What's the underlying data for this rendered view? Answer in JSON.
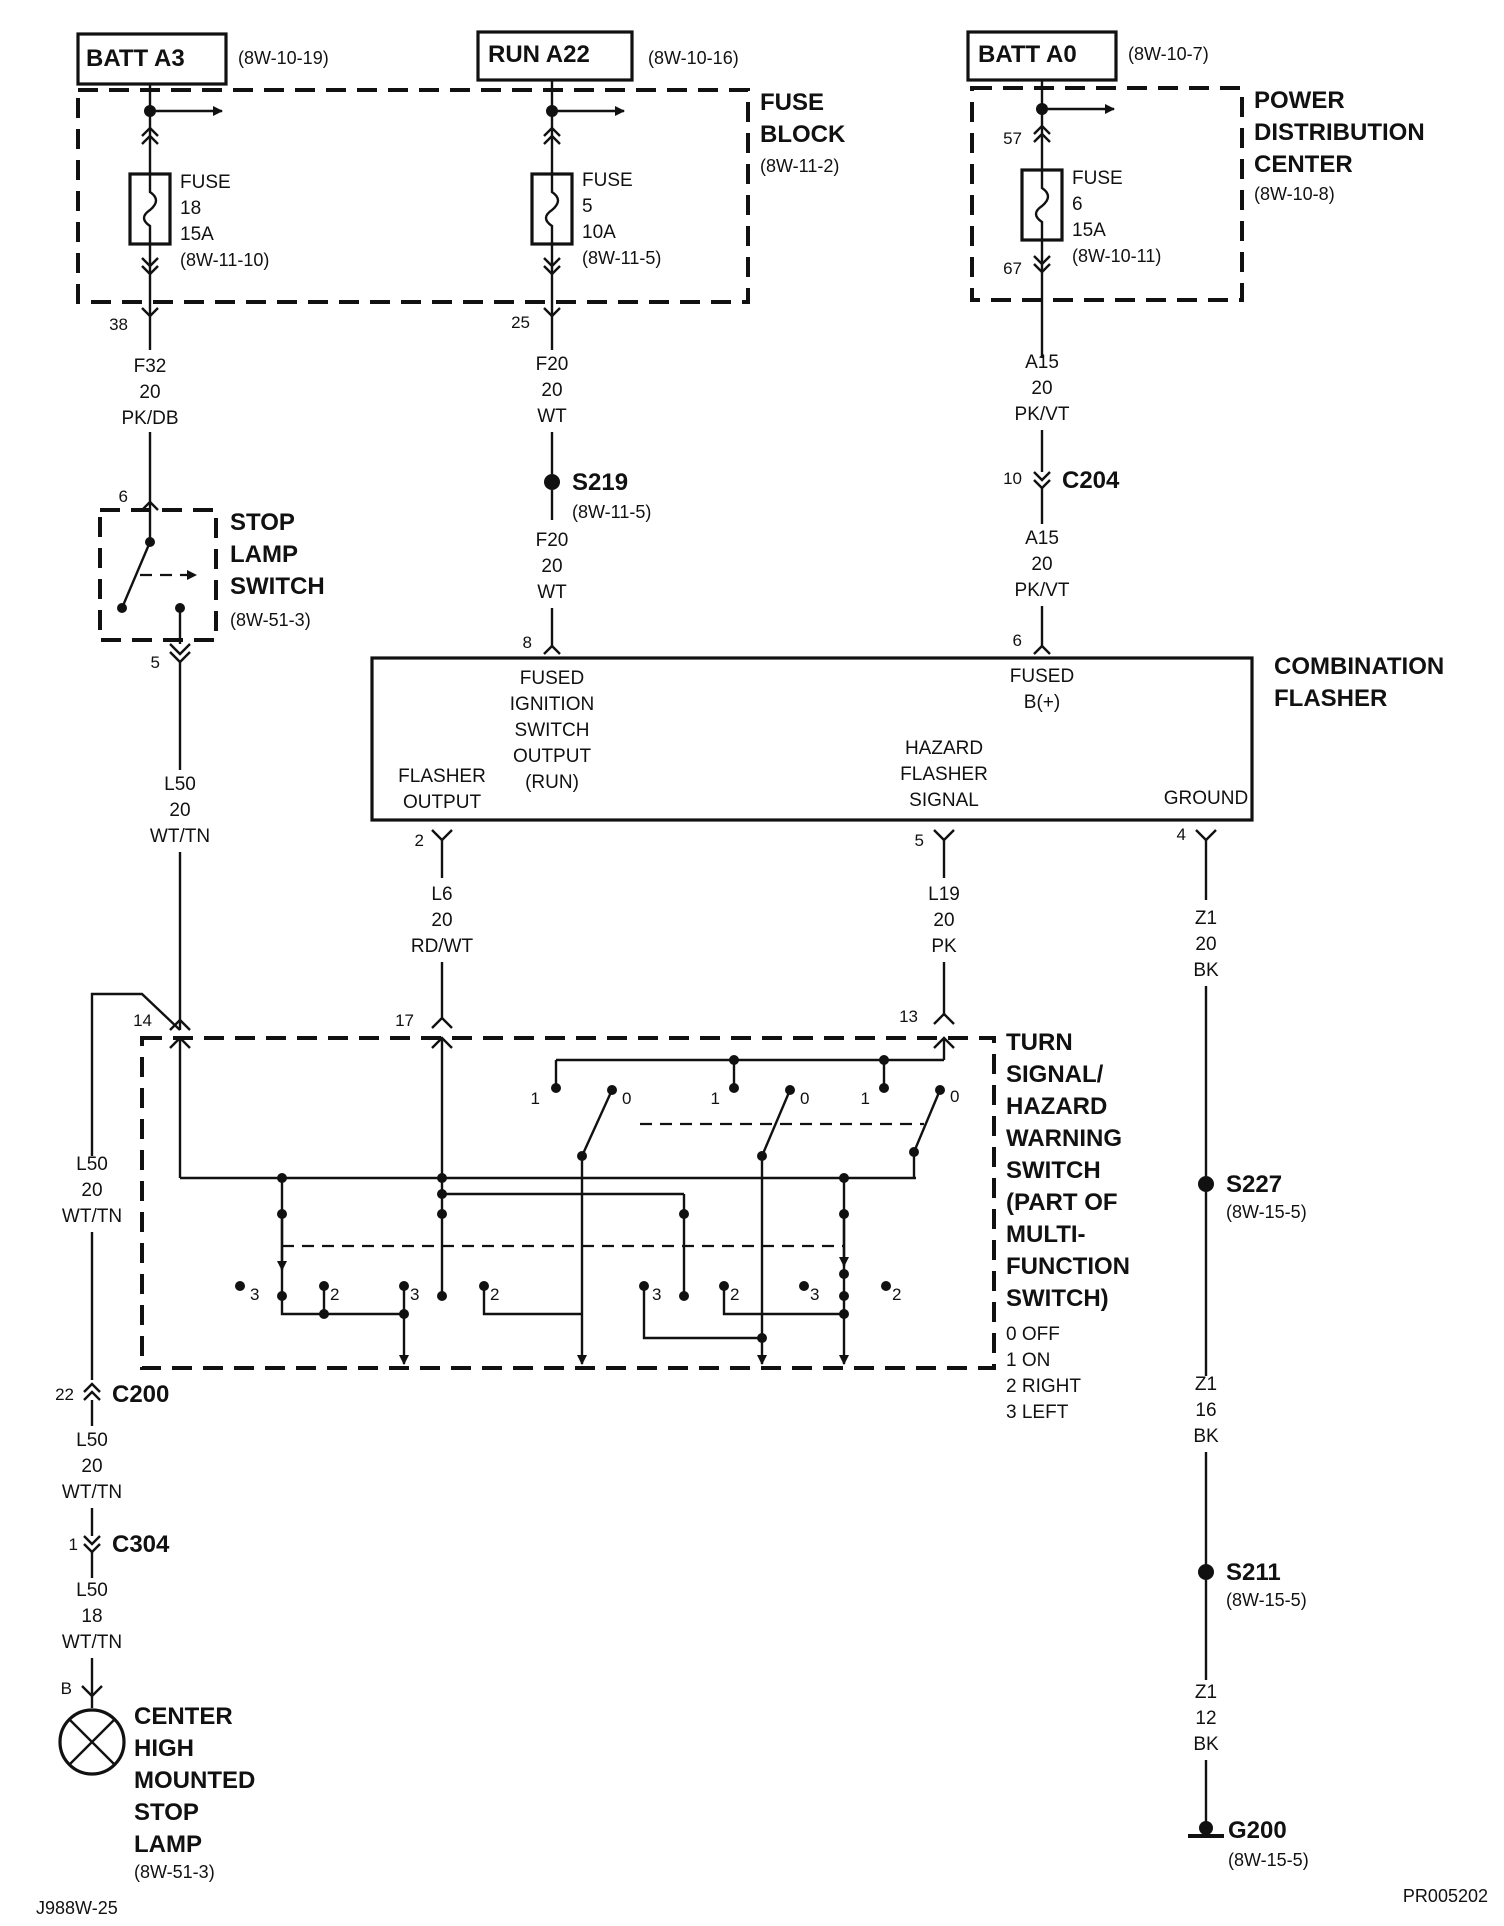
{
  "sources": [
    {
      "name": "BATT A3",
      "ref": "(8W-10-19)"
    },
    {
      "name": "RUN A22",
      "ref": "(8W-10-16)"
    },
    {
      "name": "BATT A0",
      "ref": "(8W-10-7)"
    }
  ],
  "fuse_block": {
    "title_1": "FUSE",
    "title_2": "BLOCK",
    "ref": "(8W-11-2)"
  },
  "pdc": {
    "title_1": "POWER",
    "title_2": "DISTRIBUTION",
    "title_3": "CENTER",
    "ref": "(8W-10-8)"
  },
  "fuses": [
    {
      "l1": "FUSE",
      "l2": "18",
      "l3": "15A",
      "ref": "(8W-11-10)",
      "pin_out": "38"
    },
    {
      "l1": "FUSE",
      "l2": "5",
      "l3": "10A",
      "ref": "(8W-11-5)",
      "pin_out": "25"
    },
    {
      "l1": "FUSE",
      "l2": "6",
      "l3": "15A",
      "ref": "(8W-10-11)",
      "pin_in": "57",
      "pin_out": "67"
    }
  ],
  "wires": {
    "f32": {
      "circuit": "F32",
      "gauge": "20",
      "color": "PK/DB"
    },
    "f20a": {
      "circuit": "F20",
      "gauge": "20",
      "color": "WT"
    },
    "f20b": {
      "circuit": "F20",
      "gauge": "20",
      "color": "WT"
    },
    "a15a": {
      "circuit": "A15",
      "gauge": "20",
      "color": "PK/VT"
    },
    "a15b": {
      "circuit": "A15",
      "gauge": "20",
      "color": "PK/VT"
    },
    "l50a": {
      "circuit": "L50",
      "gauge": "20",
      "color": "WT/TN"
    },
    "l50b": {
      "circuit": "L50",
      "gauge": "20",
      "color": "WT/TN"
    },
    "l50c": {
      "circuit": "L50",
      "gauge": "20",
      "color": "WT/TN"
    },
    "l50d": {
      "circuit": "L50",
      "gauge": "18",
      "color": "WT/TN"
    },
    "l6": {
      "circuit": "L6",
      "gauge": "20",
      "color": "RD/WT"
    },
    "l19": {
      "circuit": "L19",
      "gauge": "20",
      "color": "PK"
    },
    "z1a": {
      "circuit": "Z1",
      "gauge": "20",
      "color": "BK"
    },
    "z1b": {
      "circuit": "Z1",
      "gauge": "16",
      "color": "BK"
    },
    "z1c": {
      "circuit": "Z1",
      "gauge": "12",
      "color": "BK"
    }
  },
  "splices": [
    {
      "name": "S219",
      "ref": "(8W-11-5)"
    },
    {
      "name": "S227",
      "ref": "(8W-15-5)"
    },
    {
      "name": "S211",
      "ref": "(8W-15-5)"
    }
  ],
  "connectors": [
    {
      "name": "C204",
      "pin": "10"
    },
    {
      "name": "C200",
      "pin": "22"
    },
    {
      "name": "C304",
      "pin": "1"
    }
  ],
  "ground": {
    "name": "G200",
    "ref": "(8W-15-5)"
  },
  "stop_switch": {
    "l1": "STOP",
    "l2": "LAMP",
    "l3": "SWITCH",
    "ref": "(8W-51-3)",
    "pin_in": "6",
    "pin_out": "5"
  },
  "flasher": {
    "title_1": "COMBINATION",
    "title_2": "FLASHER",
    "pin_ign": "8",
    "pin_batt": "6",
    "pin_out": "2",
    "pin_haz": "5",
    "pin_gnd": "4",
    "ign": [
      "FUSED",
      "IGNITION",
      "SWITCH",
      "OUTPUT",
      "(RUN)"
    ],
    "batt": [
      "FUSED",
      "B(+)"
    ],
    "out": [
      "FLASHER",
      "OUTPUT"
    ],
    "haz": [
      "HAZARD",
      "FLASHER",
      "SIGNAL"
    ],
    "gnd": "GROUND"
  },
  "turn_switch": {
    "title": [
      "TURN",
      "SIGNAL/",
      "HAZARD",
      "WARNING",
      "SWITCH",
      "(PART OF",
      "MULTI-",
      "FUNCTION",
      "SWITCH)"
    ],
    "legend": [
      "0 OFF",
      "1 ON",
      "2 RIGHT",
      "3 LEFT"
    ],
    "pins": [
      "14",
      "17",
      "13"
    ],
    "pos_1": "1",
    "pos_0": "0",
    "pos_2": "2",
    "pos_3": "3"
  },
  "lamp": {
    "l1": "CENTER",
    "l2": "HIGH",
    "l3": "MOUNTED",
    "l4": "STOP",
    "l5": "LAMP",
    "ref": "(8W-51-3)",
    "pin": "B"
  },
  "footer": {
    "left": "J988W-25",
    "right": "PR005202"
  }
}
